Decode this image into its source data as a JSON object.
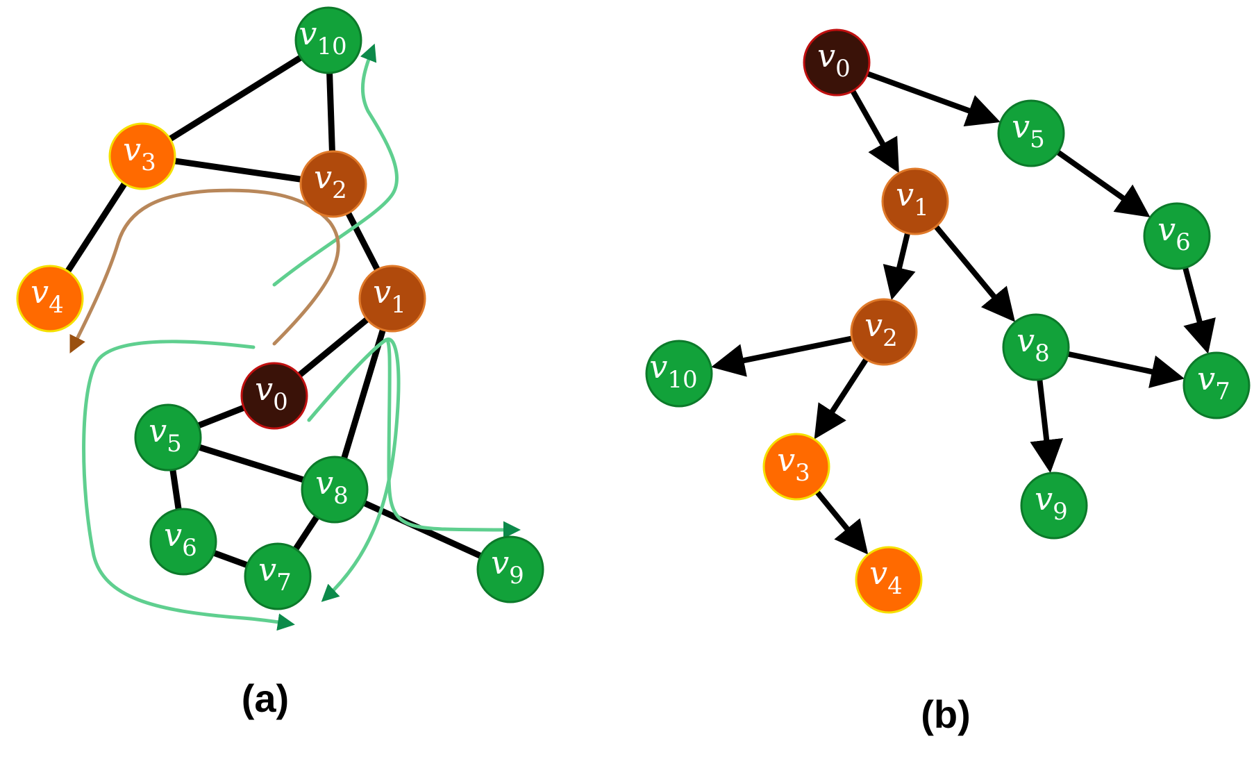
{
  "colors": {
    "green": "#12a23a",
    "green_stroke": "#0c7a2a",
    "brown": "#b04a0c",
    "brown_stroke": "#e07a2a",
    "orange": "#ff6a00",
    "orange_stroke": "#f5e000",
    "dark": "#3a1208",
    "dark_stroke": "#c01010",
    "edge": "#000000",
    "path_green": "#5fcf8f",
    "path_green_arrow": "#0c8a4a",
    "path_brown": "#b8875a",
    "path_brown_arrow": "#9a5010"
  },
  "node_labels": {
    "v0": {
      "base": "v",
      "sub": "0"
    },
    "v1": {
      "base": "v",
      "sub": "1"
    },
    "v2": {
      "base": "v",
      "sub": "2"
    },
    "v3": {
      "base": "v",
      "sub": "3"
    },
    "v4": {
      "base": "v",
      "sub": "4"
    },
    "v5": {
      "base": "v",
      "sub": "5"
    },
    "v6": {
      "base": "v",
      "sub": "6"
    },
    "v7": {
      "base": "v",
      "sub": "7"
    },
    "v8": {
      "base": "v",
      "sub": "8"
    },
    "v9": {
      "base": "v",
      "sub": "9"
    },
    "v10": {
      "base": "v",
      "sub": "10"
    }
  },
  "node_kinds": {
    "v0": "dark",
    "v1": "brown",
    "v2": "brown",
    "v3": "orange",
    "v4": "orange",
    "v5": "green",
    "v6": "green",
    "v7": "green",
    "v8": "green",
    "v9": "green",
    "v10": "green"
  },
  "graph_a": {
    "caption": "(a)",
    "edges": [
      [
        "v10",
        "v3"
      ],
      [
        "v10",
        "v2"
      ],
      [
        "v3",
        "v2"
      ],
      [
        "v3",
        "v4"
      ],
      [
        "v2",
        "v1"
      ],
      [
        "v1",
        "v0"
      ],
      [
        "v1",
        "v8"
      ],
      [
        "v0",
        "v5"
      ],
      [
        "v5",
        "v8"
      ],
      [
        "v5",
        "v6"
      ],
      [
        "v6",
        "v7"
      ],
      [
        "v7",
        "v8"
      ],
      [
        "v8",
        "v9"
      ]
    ]
  },
  "graph_b": {
    "caption": "(b)",
    "edges": [
      [
        "v0",
        "v5"
      ],
      [
        "v0",
        "v1"
      ],
      [
        "v5",
        "v6"
      ],
      [
        "v6",
        "v7"
      ],
      [
        "v1",
        "v2"
      ],
      [
        "v1",
        "v8"
      ],
      [
        "v2",
        "v10"
      ],
      [
        "v2",
        "v3"
      ],
      [
        "v3",
        "v4"
      ],
      [
        "v8",
        "v7"
      ],
      [
        "v8",
        "v9"
      ]
    ]
  }
}
